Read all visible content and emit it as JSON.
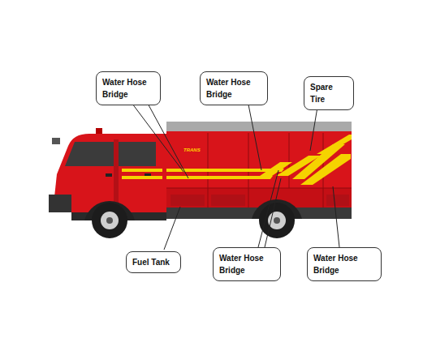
{
  "diagram": {
    "nodes": [
      {
        "text": [
          "Water Hose Bridge"
        ]
      },
      {
        "text": [
          "Water Hose Bridge"
        ]
      },
      {
        "text": [
          "Spare Tire"
        ]
      },
      {
        "text": [
          "Fuel Tank"
        ]
      },
      {
        "text": [
          "Water Hose Bridge"
        ]
      },
      {
        "text": [
          "Water Hose Bridge"
        ]
      }
    ],
    "labels": [
      "TRANS"
    ]
  }
}
